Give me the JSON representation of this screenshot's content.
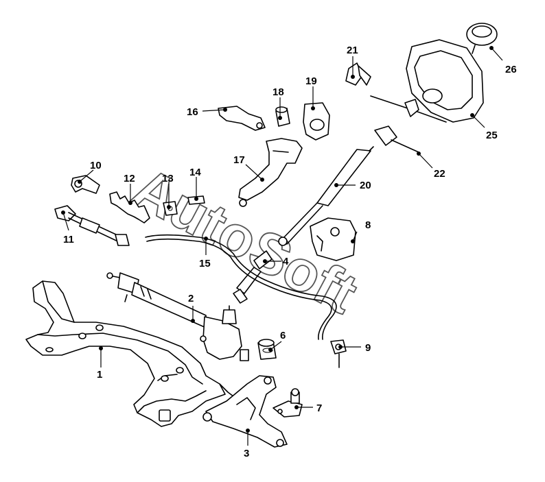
{
  "watermark": "AutoSoft",
  "callouts": [
    {
      "id": "1",
      "label": "1"
    },
    {
      "id": "2",
      "label": "2"
    },
    {
      "id": "3",
      "label": "3"
    },
    {
      "id": "4",
      "label": "4"
    },
    {
      "id": "6",
      "label": "6"
    },
    {
      "id": "7",
      "label": "7"
    },
    {
      "id": "8",
      "label": "8"
    },
    {
      "id": "9",
      "label": "9"
    },
    {
      "id": "10",
      "label": "10"
    },
    {
      "id": "11",
      "label": "11"
    },
    {
      "id": "12",
      "label": "12"
    },
    {
      "id": "13",
      "label": "13"
    },
    {
      "id": "14",
      "label": "14"
    },
    {
      "id": "15",
      "label": "15"
    },
    {
      "id": "16",
      "label": "16"
    },
    {
      "id": "17",
      "label": "17"
    },
    {
      "id": "18",
      "label": "18"
    },
    {
      "id": "19",
      "label": "19"
    },
    {
      "id": "20",
      "label": "20"
    },
    {
      "id": "21",
      "label": "21"
    },
    {
      "id": "22",
      "label": "22"
    },
    {
      "id": "25",
      "label": "25"
    },
    {
      "id": "26",
      "label": "26"
    }
  ]
}
